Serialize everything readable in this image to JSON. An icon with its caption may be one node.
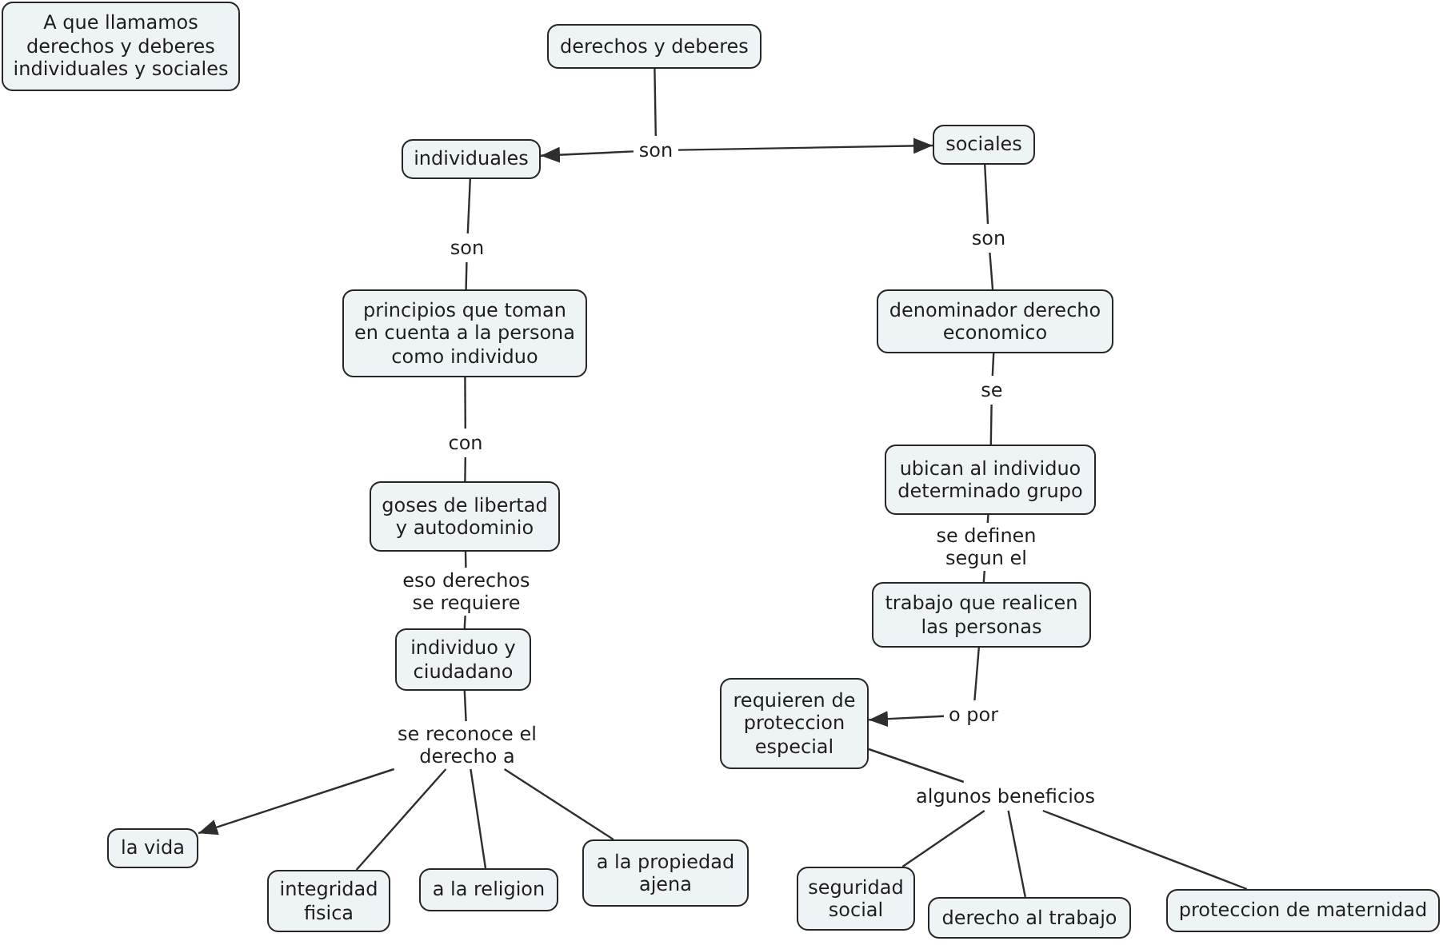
{
  "diagram": {
    "nodes": [
      {
        "text": [
          "A que llamamos derechos y deberes individuales y sociales"
        ]
      },
      {
        "text": [
          "derechos y deberes"
        ]
      },
      {
        "text": [
          "son"
        ]
      },
      {
        "text": [
          "individuales"
        ]
      },
      {
        "text": [
          "sociales"
        ]
      },
      {
        "text": [
          "son"
        ]
      },
      {
        "text": [
          "son"
        ]
      },
      {
        "text": [
          "principios que toman en cuenta a la persona como individuo"
        ]
      },
      {
        "text": [
          "denominador derecho economico"
        ]
      },
      {
        "text": [
          "con"
        ]
      },
      {
        "text": [
          "se"
        ]
      },
      {
        "text": [
          "goses de libertad y autodominio"
        ]
      },
      {
        "text": [
          "ubican al individuo determinado grupo"
        ]
      },
      {
        "text": [
          "eso derechos se requiere"
        ]
      },
      {
        "text": [
          "se definen segun el"
        ]
      },
      {
        "text": [
          "individuo y ciudadano"
        ]
      },
      {
        "text": [
          "trabajo que realicen las personas"
        ]
      },
      {
        "text": [
          "requieren de proteccion especial"
        ]
      },
      {
        "text": [
          "o por"
        ]
      },
      {
        "text": [
          "se reconoce el derecho a"
        ]
      },
      {
        "text": [
          "algunos beneficios"
        ]
      },
      {
        "text": [
          "la vida"
        ]
      },
      {
        "text": [
          "integridad fisica"
        ]
      },
      {
        "text": [
          "a la religion"
        ]
      },
      {
        "text": [
          "a la propiedad ajena"
        ]
      },
      {
        "text": [
          "seguridad social"
        ]
      },
      {
        "text": [
          "derecho al trabajo"
        ]
      },
      {
        "text": [
          "proteccion de maternidad"
        ]
      }
    ],
    "edges": [
      {
        "from": 1,
        "to": 2,
        "arrow": "none"
      },
      {
        "from": 2,
        "to": 3,
        "arrow": "to"
      },
      {
        "from": 2,
        "to": 4,
        "arrow": "to"
      },
      {
        "from": 3,
        "to": 5,
        "arrow": "none"
      },
      {
        "from": 5,
        "to": 7,
        "arrow": "none"
      },
      {
        "from": 4,
        "to": 6,
        "arrow": "none"
      },
      {
        "from": 6,
        "to": 8,
        "arrow": "none"
      },
      {
        "from": 7,
        "to": 9,
        "arrow": "none"
      },
      {
        "from": 9,
        "to": 11,
        "arrow": "none"
      },
      {
        "from": 8,
        "to": 10,
        "arrow": "none"
      },
      {
        "from": 10,
        "to": 12,
        "arrow": "none"
      },
      {
        "from": 11,
        "to": 13,
        "arrow": "none"
      },
      {
        "from": 13,
        "to": 15,
        "arrow": "none"
      },
      {
        "from": 12,
        "to": 14,
        "arrow": "none"
      },
      {
        "from": 14,
        "to": 16,
        "arrow": "none"
      },
      {
        "from": 15,
        "to": 19,
        "arrow": "none"
      },
      {
        "from": 19,
        "to": 21,
        "arrow": "to"
      },
      {
        "from": 19,
        "to": 22,
        "arrow": "none"
      },
      {
        "from": 19,
        "to": 23,
        "arrow": "none"
      },
      {
        "from": 19,
        "to": 24,
        "arrow": "none"
      },
      {
        "from": 16,
        "to": 18,
        "arrow": "none"
      },
      {
        "from": 18,
        "to": 17,
        "arrow": "to"
      },
      {
        "from": 17,
        "to": 20,
        "arrow": "none"
      },
      {
        "from": 20,
        "to": 25,
        "arrow": "none"
      },
      {
        "from": 20,
        "to": 26,
        "arrow": "none"
      },
      {
        "from": 20,
        "to": 27,
        "arrow": "none"
      }
    ]
  }
}
